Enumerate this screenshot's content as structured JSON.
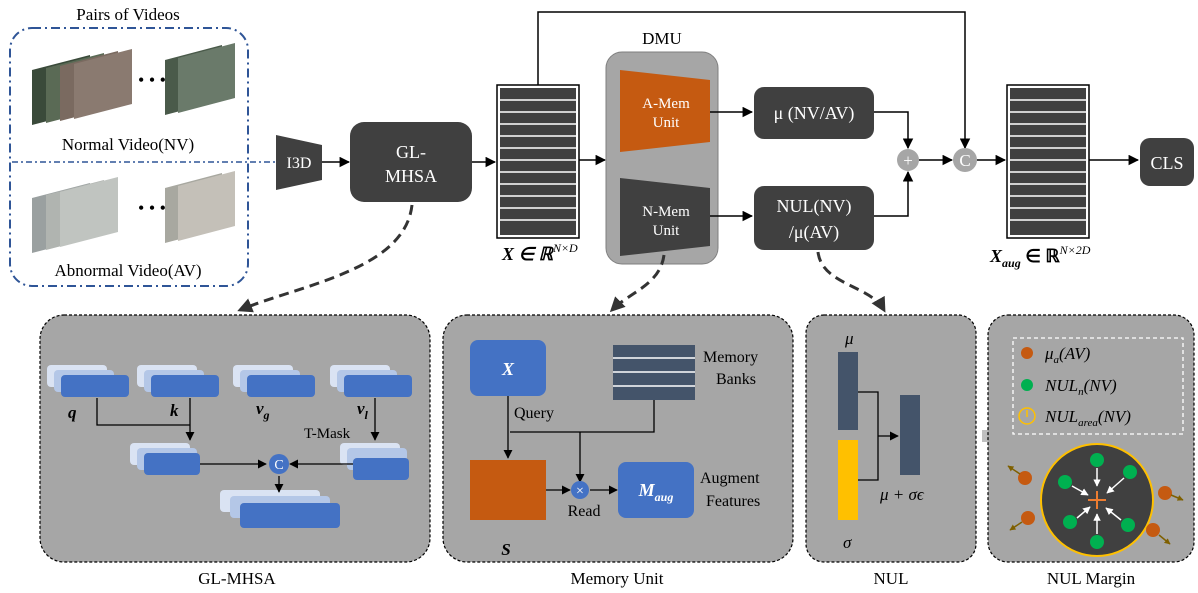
{
  "top": {
    "pairs_title": "Pairs of Videos",
    "normal_video": "Normal Video(NV)",
    "abnormal_video": "Abnormal Video(AV)",
    "ellipsis": "• • •",
    "i3d": "I3D",
    "glmhsa_line1": "GL-",
    "glmhsa_line2": "MHSA",
    "x_label": "X ∈ ℝ",
    "x_sup": "N×D",
    "dmu_title": "DMU",
    "amem_line1": "A-Mem",
    "amem_line2": "Unit",
    "nmem_line1": "N-Mem",
    "nmem_line2": "Unit",
    "mu_box": "μ (NV/AV)",
    "nul_line1": "NUL(NV)",
    "nul_line2": "/μ(AV)",
    "plus": "+",
    "concat": "C",
    "xaug_label": "X",
    "xaug_sub": "aug",
    "xaug_rest": " ∈ ℝ",
    "xaug_sup": "N×2D",
    "cls": "CLS"
  },
  "glmhsa_panel": {
    "q": "q",
    "k": "k",
    "vg": "v",
    "vg_sub": "g",
    "vl": "v",
    "vl_sub": "l",
    "tmask": "T-Mask",
    "concat": "C",
    "caption": "GL-MHSA"
  },
  "memory_panel": {
    "x": "X",
    "memory_line1": "Memory",
    "memory_line2": "Banks",
    "query": "Query",
    "s": "S",
    "read": "Read",
    "times": "×",
    "maug": "M",
    "maug_sub": "aug",
    "augment_line1": "Augment",
    "augment_line2": "Features",
    "caption": "Memory Unit"
  },
  "nul_panel": {
    "mu": "μ",
    "sigma": "σ",
    "formula": "μ + σϵ",
    "caption": "NUL"
  },
  "margin_panel": {
    "legend_a": "μ",
    "legend_a_sub": "a",
    "legend_a_rest": "(AV)",
    "legend_n": "NUL",
    "legend_n_sub": "n",
    "legend_n_rest": "(NV)",
    "legend_area": "NUL",
    "legend_area_sub": "area",
    "legend_area_rest": "(NV)",
    "caption": "NUL Margin"
  },
  "colors": {
    "dark_box": "#404040",
    "orange": "#c55a11",
    "blue": "#4472c4",
    "navy": "#44546a",
    "panel_gray": "#a6a6a6",
    "dmu_gray": "#a6a6a6",
    "yellow": "#ffc000",
    "green": "#00b050",
    "dash_blue": "#2f5597"
  }
}
